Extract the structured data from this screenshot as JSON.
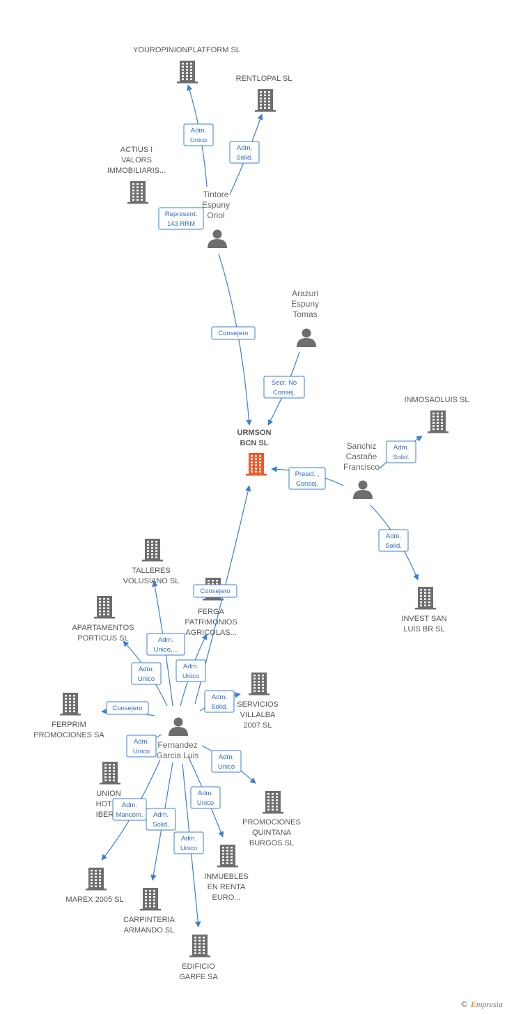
{
  "colors": {
    "edge": "#3a7fd5",
    "icon": "#6e6e6e",
    "main_icon": "#ee5a2b"
  },
  "nodes": [
    {
      "id": "yourop",
      "type": "company",
      "label": [
        "YOUROPINIONPLATFORM SL"
      ]
    },
    {
      "id": "rentlopal",
      "type": "company",
      "label": [
        "RENTLOPAL SL"
      ]
    },
    {
      "id": "actius",
      "type": "company",
      "label": [
        "ACTIUS I",
        "VALORS",
        "IMMOBILIARIS..."
      ]
    },
    {
      "id": "tintore",
      "type": "person",
      "label": [
        "Tintore",
        "Espuny",
        "Oriol"
      ]
    },
    {
      "id": "arazuri",
      "type": "person",
      "label": [
        "Arazuri",
        "Espuny",
        "Tomas"
      ]
    },
    {
      "id": "urmson",
      "type": "company",
      "main": true,
      "label": [
        "URMSON",
        "BCN SL"
      ]
    },
    {
      "id": "inmosaoluis",
      "type": "company",
      "label": [
        "INMOSAOLUIS SL"
      ]
    },
    {
      "id": "sanchiz",
      "type": "person",
      "label": [
        "Sanchiz",
        "Castañe",
        "Francisco"
      ]
    },
    {
      "id": "investsan",
      "type": "company",
      "label": [
        "INVEST SAN",
        "LUIS BR SL"
      ]
    },
    {
      "id": "talleres",
      "type": "company",
      "label": [
        "TALLERES",
        "VOLUSIANO SL"
      ]
    },
    {
      "id": "ferga",
      "type": "company",
      "label": [
        "FERGA",
        "PATRIMONIOS",
        "AGRICOLAS..."
      ]
    },
    {
      "id": "apartamentos",
      "type": "company",
      "label": [
        "APARTAMENTOS",
        "PORTICUS SL"
      ]
    },
    {
      "id": "servicios",
      "type": "company",
      "label": [
        "SERVICIOS",
        "VILLALBA",
        "2007 SL"
      ]
    },
    {
      "id": "ferprim",
      "type": "company",
      "label": [
        "FERPRIM",
        "PROMOCIONES SA"
      ]
    },
    {
      "id": "fernandez",
      "type": "person",
      "label": [
        "Fernandez",
        "Garcia Luis"
      ]
    },
    {
      "id": "union",
      "type": "company",
      "label": [
        "UNION",
        "HOTEL",
        "IBERIC"
      ]
    },
    {
      "id": "promociones",
      "type": "company",
      "label": [
        "PROMOCIONES",
        "QUINTANA",
        "BURGOS SL"
      ]
    },
    {
      "id": "inmuebles",
      "type": "company",
      "label": [
        "INMUEBLES",
        "EN RENTA",
        "EURO..."
      ]
    },
    {
      "id": "marex",
      "type": "company",
      "label": [
        "MAREX 2005 SL"
      ]
    },
    {
      "id": "carpinteria",
      "type": "company",
      "label": [
        "CARPINTERIA",
        "ARMANDO SL"
      ]
    },
    {
      "id": "edificio",
      "type": "company",
      "label": [
        "EDIFICIO",
        "GARFE SA"
      ]
    }
  ],
  "edges": [
    {
      "from": "tintore",
      "to": "yourop",
      "label": [
        "Adm.",
        "Unico"
      ]
    },
    {
      "from": "tintore",
      "to": "rentlopal",
      "label": [
        "Adm.",
        "Solid."
      ]
    },
    {
      "from": "tintore",
      "to": "actius",
      "label": [
        "Represent.",
        "143 RRM"
      ]
    },
    {
      "from": "tintore",
      "to": "urmson",
      "label": [
        "Consejero"
      ]
    },
    {
      "from": "arazuri",
      "to": "urmson",
      "label": [
        "Secr.  No",
        "Consej."
      ]
    },
    {
      "from": "sanchiz",
      "to": "urmson",
      "label": [
        "Presid. ,",
        "Consej."
      ]
    },
    {
      "from": "sanchiz",
      "to": "inmosaoluis",
      "label": [
        "Adm.",
        "Solid."
      ]
    },
    {
      "from": "sanchiz",
      "to": "investsan",
      "label": [
        "Adm.",
        "Solid."
      ]
    },
    {
      "from": "fernandez",
      "to": "urmson",
      "label": [
        "Consejero"
      ]
    },
    {
      "from": "fernandez",
      "to": "talleres",
      "label": [
        "Adm.",
        "Unico,..."
      ]
    },
    {
      "from": "fernandez",
      "to": "ferga",
      "label": [
        "Adm.",
        "Unico"
      ]
    },
    {
      "from": "fernandez",
      "to": "apartamentos",
      "label": [
        "Adm.",
        "Unico"
      ]
    },
    {
      "from": "fernandez",
      "to": "servicios",
      "label": [
        "Adm.",
        "Solid."
      ]
    },
    {
      "from": "fernandez",
      "to": "ferprim",
      "label": [
        "Consejero"
      ]
    },
    {
      "from": "fernandez",
      "to": "union",
      "label": [
        "Adm.",
        "Unico"
      ]
    },
    {
      "from": "fernandez",
      "to": "promociones",
      "label": [
        "Adm.",
        "Unico"
      ]
    },
    {
      "from": "fernandez",
      "to": "inmuebles",
      "label": [
        "Adm.",
        "Unico"
      ]
    },
    {
      "from": "fernandez",
      "to": "marex",
      "label": [
        "Adm.",
        "Mancom."
      ]
    },
    {
      "from": "fernandez",
      "to": "carpinteria",
      "label": [
        "Adm.",
        "Solid."
      ]
    },
    {
      "from": "fernandez",
      "to": "edificio",
      "label": [
        "Adm.",
        "Unico"
      ]
    }
  ],
  "footer": {
    "copyright": "©",
    "brand_initial": "E",
    "brand_rest": "mpresia"
  }
}
